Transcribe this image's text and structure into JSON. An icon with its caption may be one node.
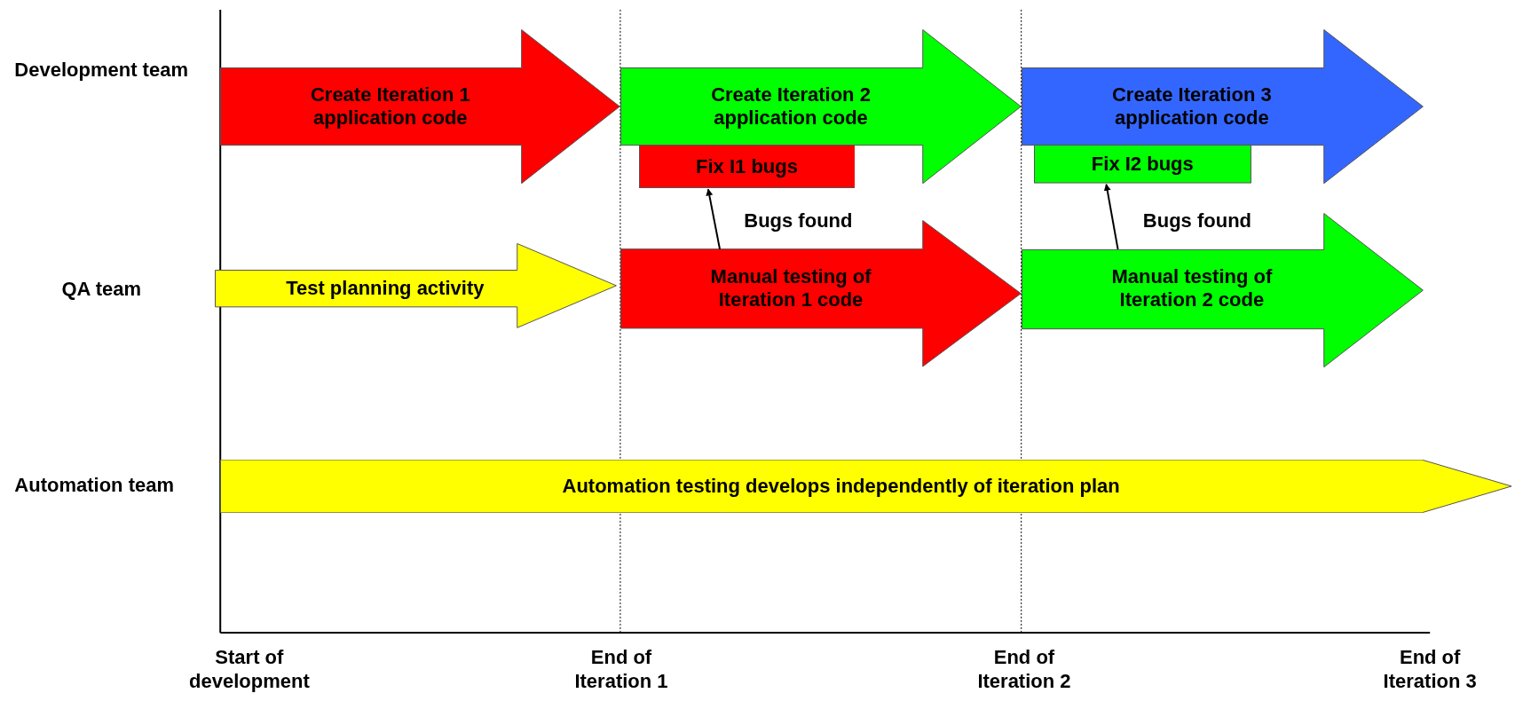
{
  "diagram": {
    "nodes": [
      {
        "text": [
          "Create Iteration 1 application code"
        ]
      },
      {
        "text": [
          "Create Iteration 2 application code"
        ]
      },
      {
        "text": [
          "Create Iteration 3 application code"
        ]
      },
      {
        "text": [
          "Fix I1 bugs"
        ]
      },
      {
        "text": [
          "Fix I2 bugs"
        ]
      },
      {
        "text": [
          "Test planning activity"
        ]
      },
      {
        "text": [
          "Manual testing of Iteration 1 code"
        ]
      },
      {
        "text": [
          "Manual testing of Iteration 2 code"
        ]
      },
      {
        "text": [
          "Automation testing develops independently of iteration plan"
        ]
      }
    ],
    "edges": [
      {
        "from": 6,
        "to": 3,
        "arrow": "to",
        "label": "Bugs found"
      },
      {
        "from": 7,
        "to": 4,
        "arrow": "to",
        "label": "Bugs found"
      }
    ],
    "labels": [
      "Development team",
      "QA team",
      "Automation team",
      "Start of development",
      "End of Iteration 1",
      "End of Iteration 2",
      "End of Iteration 3"
    ]
  }
}
